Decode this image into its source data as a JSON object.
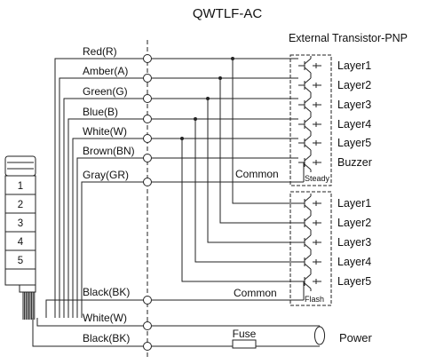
{
  "title": "QWTLF-AC",
  "subtitle": "External Transistor-PNP",
  "wires": [
    {
      "label": "Red(R)"
    },
    {
      "label": "Amber(A)"
    },
    {
      "label": "Green(G)"
    },
    {
      "label": "Blue(B)"
    },
    {
      "label": "White(W)"
    },
    {
      "label": "Brown(BN)"
    },
    {
      "label": "Gray(GR)"
    }
  ],
  "black_wire_label": "Black(BK)",
  "power_wires": [
    {
      "label": "White(W)"
    },
    {
      "label": "Black(BK)"
    }
  ],
  "steady_group": {
    "outputs": [
      "Layer1",
      "Layer2",
      "Layer3",
      "Layer4",
      "Layer5",
      "Buzzer"
    ],
    "common_label": "Common",
    "box_label": "Steady"
  },
  "flash_group": {
    "outputs": [
      "Layer1",
      "Layer2",
      "Layer3",
      "Layer4",
      "Layer5"
    ],
    "common_label": "Common",
    "box_label": "Flash"
  },
  "fuse_label": "Fuse",
  "power_label": "Power",
  "tower_tiers": [
    "1",
    "2",
    "3",
    "4",
    "5"
  ]
}
